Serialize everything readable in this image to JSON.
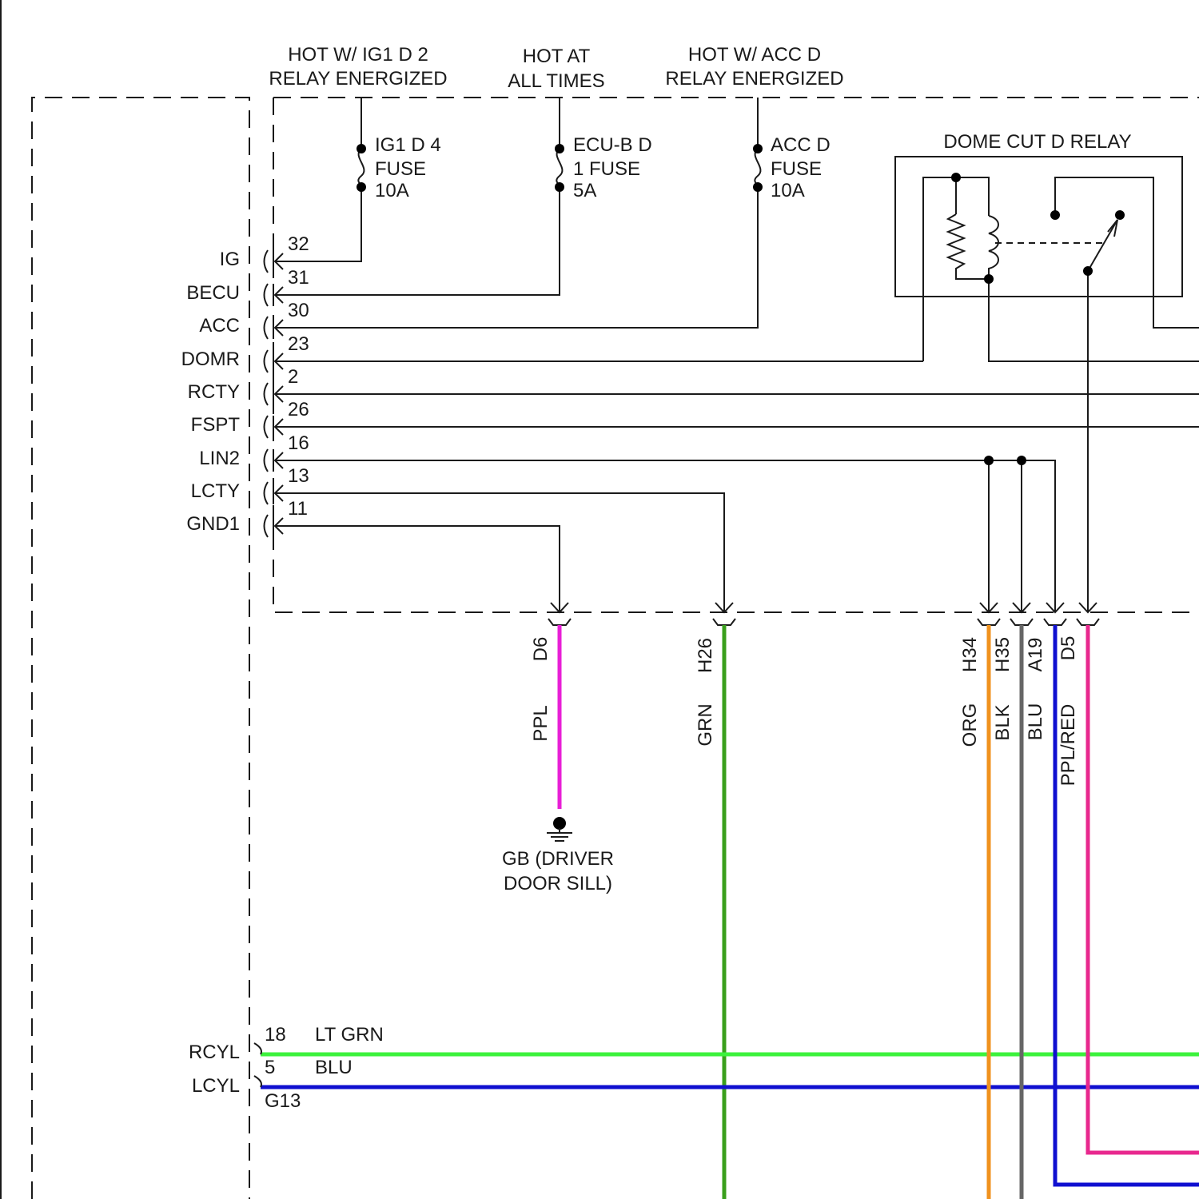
{
  "colors": {
    "ppl": "#e81fd6",
    "grn": "#3a9f1c",
    "org": "#f0921e",
    "blk": "#666666",
    "blu": "#1010d0",
    "ppl_red": "#e8288e",
    "lt_grn": "#3cf23c",
    "line": "#1a1a1a"
  },
  "power_sources": [
    {
      "line1": "HOT W/ IG1 D 2",
      "line2": "RELAY ENERGIZED"
    },
    {
      "line1": "HOT AT",
      "line2": "ALL TIMES"
    },
    {
      "line1": "HOT W/ ACC D",
      "line2": "RELAY ENERGIZED"
    }
  ],
  "fuses": [
    {
      "name": "IG1 D 4",
      "type": "FUSE",
      "rating": "10A"
    },
    {
      "name": "ECU-B D",
      "type": "1 FUSE",
      "rating": "5A"
    },
    {
      "name": "ACC D",
      "type": "FUSE",
      "rating": "10A"
    }
  ],
  "relay": {
    "title": "DOME CUT D RELAY"
  },
  "ecu_pins": [
    {
      "name": "IG",
      "pin": "32"
    },
    {
      "name": "BECU",
      "pin": "31"
    },
    {
      "name": "ACC",
      "pin": "30"
    },
    {
      "name": "DOMR",
      "pin": "23"
    },
    {
      "name": "RCTY",
      "pin": "2"
    },
    {
      "name": "FSPT",
      "pin": "26"
    },
    {
      "name": "LIN2",
      "pin": "16"
    },
    {
      "name": "LCTY",
      "pin": "13"
    },
    {
      "name": "GND1",
      "pin": "11"
    }
  ],
  "bottom_connectors": [
    {
      "id": "D6",
      "color": "PPL"
    },
    {
      "id": "H26",
      "color": "GRN"
    },
    {
      "id": "H34",
      "color": "ORG"
    },
    {
      "id": "H35",
      "color": "BLK"
    },
    {
      "id": "A19",
      "color": "BLU"
    },
    {
      "id": "D5",
      "color": "PPL/RED"
    }
  ],
  "ground": {
    "line1": "GB (DRIVER",
    "line2": "DOOR SILL)"
  },
  "lower_pins": [
    {
      "name": "RCYL",
      "pin": "18",
      "color": "LT GRN"
    },
    {
      "name": "LCYL",
      "pin": "5",
      "color": "BLU"
    }
  ],
  "lower_connector": "G13"
}
